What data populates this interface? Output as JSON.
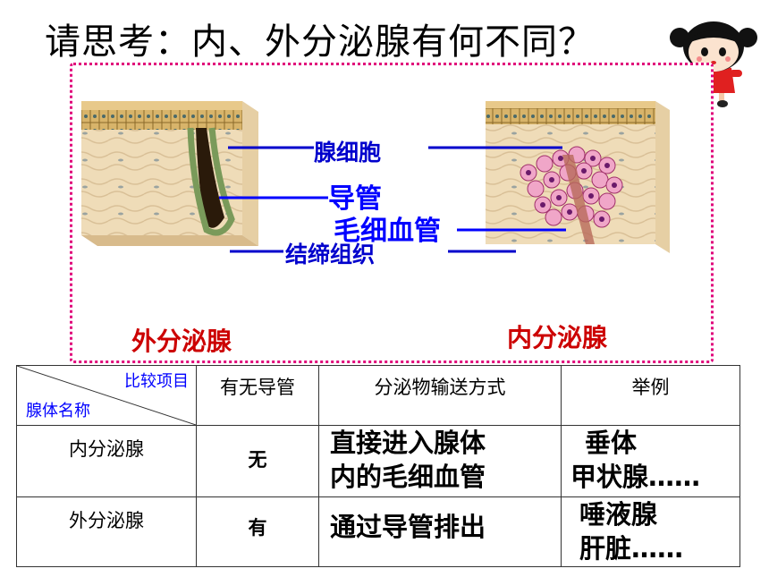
{
  "title": "请思考：内、外分泌腺有何不同？",
  "diagram": {
    "labels": {
      "gland_cell": "腺细胞",
      "duct": "导管",
      "capillary": "毛细血管",
      "connective_tissue": "结缔组织",
      "exocrine": "外分泌腺",
      "endocrine": "内分泌腺"
    }
  },
  "table": {
    "header": {
      "compare_item": "比较项目",
      "gland_name": "腺体名称",
      "col_duct": "有无导管",
      "col_transport": "分泌物输送方式",
      "col_example": "举例"
    },
    "rows": [
      {
        "name": "内分泌腺",
        "duct": "无",
        "transport_line1": "直接进入腺体",
        "transport_line2": "内的毛细血管",
        "example_line1": "垂体",
        "example_line2": "甲状腺……"
      },
      {
        "name": "外分泌腺",
        "duct": "有",
        "transport_line1": "通过导管排出",
        "example_line1": "唾液腺",
        "example_line2": "肝脏……"
      }
    ]
  },
  "colors": {
    "frame": "#e0007a",
    "label_blue": "#0000cc",
    "label_red": "#cc0000"
  }
}
